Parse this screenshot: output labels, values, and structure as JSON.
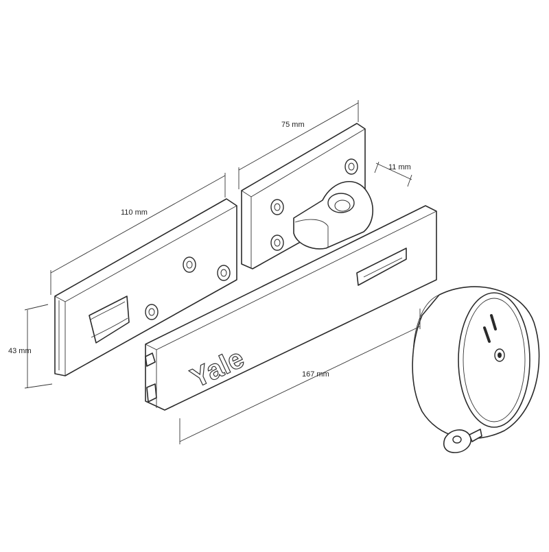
{
  "dimensions": {
    "base_plate_length": "110 mm",
    "staple_plate_length": "75 mm",
    "staple_hole": "11 mm",
    "hasp_length": "167 mm",
    "height": "43 mm"
  },
  "brand": {
    "logo_text": "Yale"
  },
  "icons": [
    "lock-body-icon",
    "key-icon"
  ]
}
